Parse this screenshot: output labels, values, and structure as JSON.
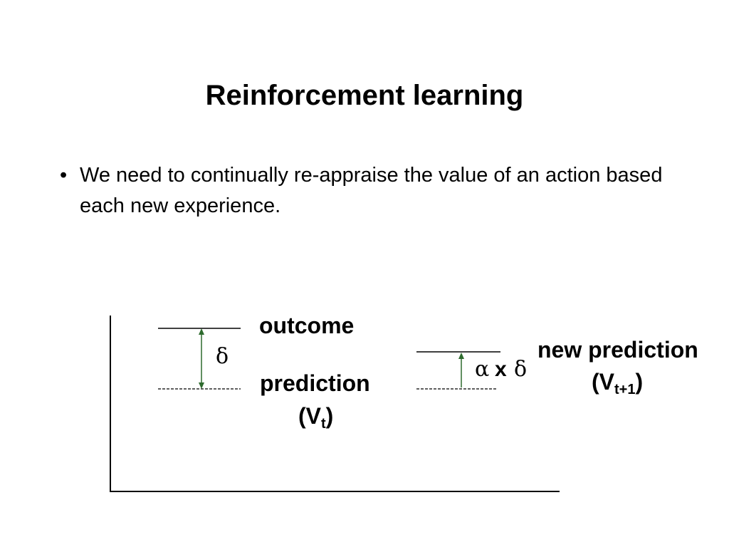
{
  "slide": {
    "title": "Reinforcement learning",
    "bullet_marker": "•",
    "bullet_text": "We need to continually re-appraise the value of an action based each new experience."
  },
  "diagram": {
    "outcome_label": "outcome",
    "prediction_label": "prediction",
    "prediction_paren_open": "(V",
    "prediction_subscript": "t",
    "prediction_paren_close": ")",
    "delta_symbol": "δ",
    "update_alpha": "α",
    "update_times": "x",
    "update_delta": "δ",
    "new_prediction_label": "new prediction",
    "new_prediction_paren_open": "(V",
    "new_prediction_subscript": "t+1",
    "new_prediction_paren_close": ")",
    "line_color": "#000000",
    "arrow_color": "#2e6b2e"
  }
}
